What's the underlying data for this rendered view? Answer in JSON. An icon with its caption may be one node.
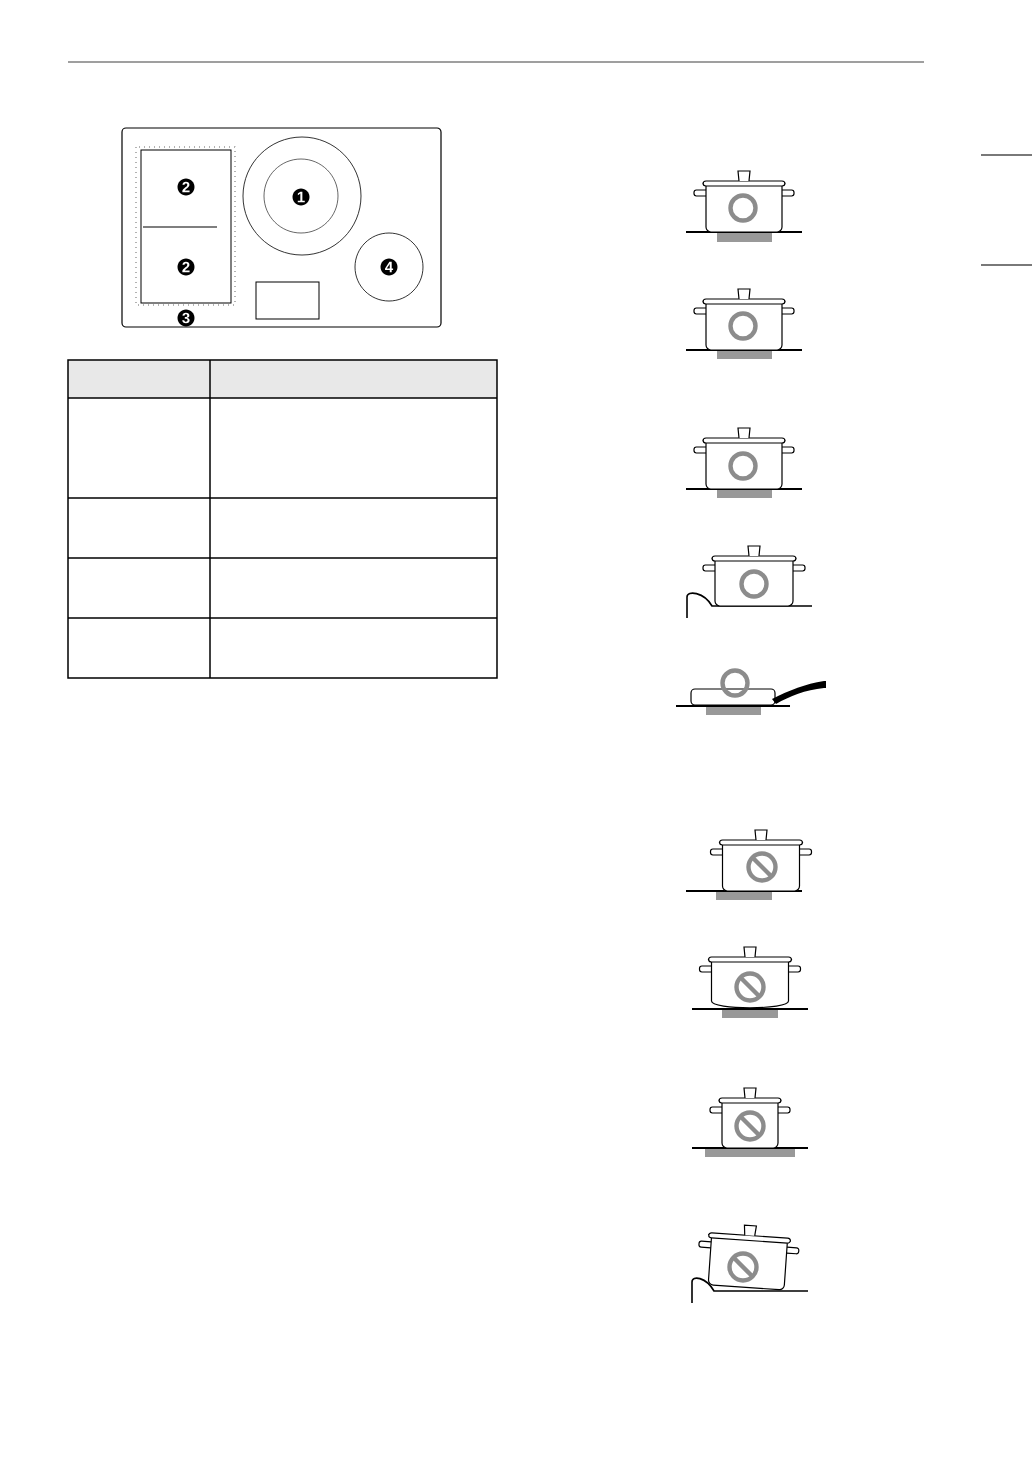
{
  "diagram": {
    "labels": [
      "2",
      "1",
      "2",
      "4",
      "3"
    ]
  }
}
